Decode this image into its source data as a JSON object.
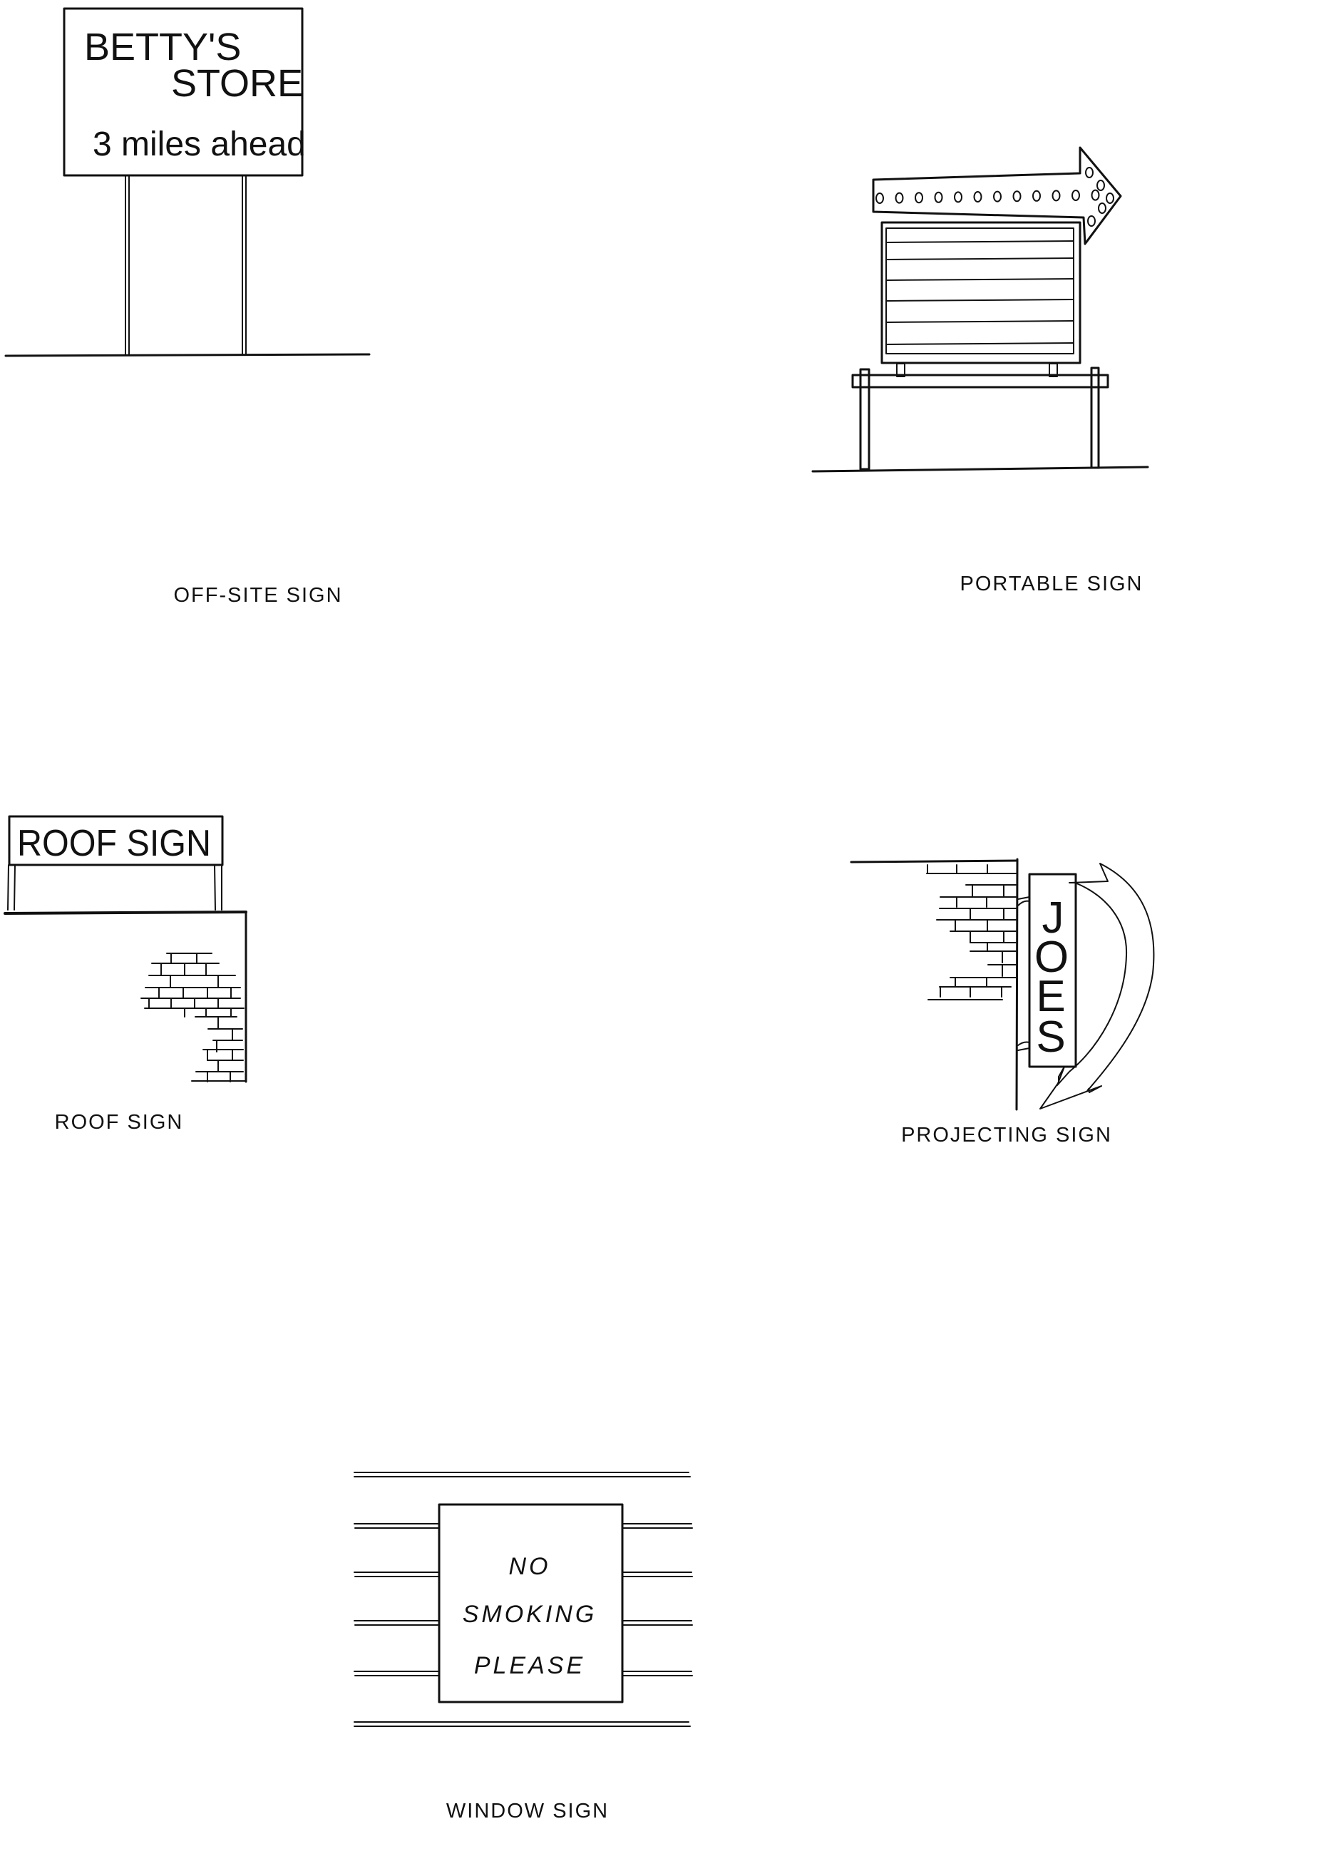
{
  "document": {
    "colors": {
      "ink": "#111111",
      "paper": "#ffffff"
    }
  },
  "panels": {
    "off_site": {
      "caption": "OFF-SITE SIGN",
      "sign_lines": [
        "BETTY'S",
        "STORE",
        "3 miles ahead"
      ]
    },
    "portable": {
      "caption": "PORTABLE SIGN",
      "arrow_icon": "arrow-right-with-lights-icon"
    },
    "roof": {
      "caption": "ROOF SIGN",
      "sign_text": "ROOF SIGN"
    },
    "projecting": {
      "caption": "PROJECTING SIGN",
      "sign_letters": [
        "J",
        "O",
        "E",
        "S"
      ],
      "arrow_icon": "curved-arrow-icon"
    },
    "window": {
      "caption": "WINDOW SIGN",
      "sign_lines": [
        "NO",
        "SMOKING",
        "PLEASE"
      ]
    }
  }
}
